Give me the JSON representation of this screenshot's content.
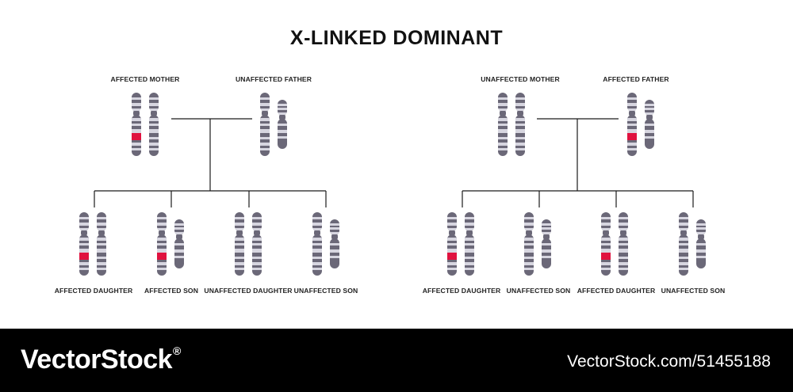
{
  "title": "X-LINKED DOMINANT",
  "colors": {
    "chromosome_dark": "#6b6878",
    "chromosome_light": "#d7d6e0",
    "marker": "#e0123f",
    "line": "#1a1a1a"
  },
  "left": {
    "parent1_label": "AFFECTED MOTHER",
    "parent2_label": "UNAFFECTED FATHER",
    "children": [
      "AFFECTED DAUGHTER",
      "AFFECTED SON",
      "UNAFFECTED DAUGHTER",
      "UNAFFECTED SON"
    ]
  },
  "right": {
    "parent1_label": "UNAFFECTED MOTHER",
    "parent2_label": "AFFECTED FATHER",
    "children": [
      "AFFECTED DAUGHTER",
      "UNAFFECTED SON",
      "AFFECTED DAUGHTER",
      "UNAFFECTED SON"
    ]
  },
  "footer": {
    "brand": "VectorStock",
    "registered": "®",
    "stock_id": "VectorStock.com/51455188"
  }
}
